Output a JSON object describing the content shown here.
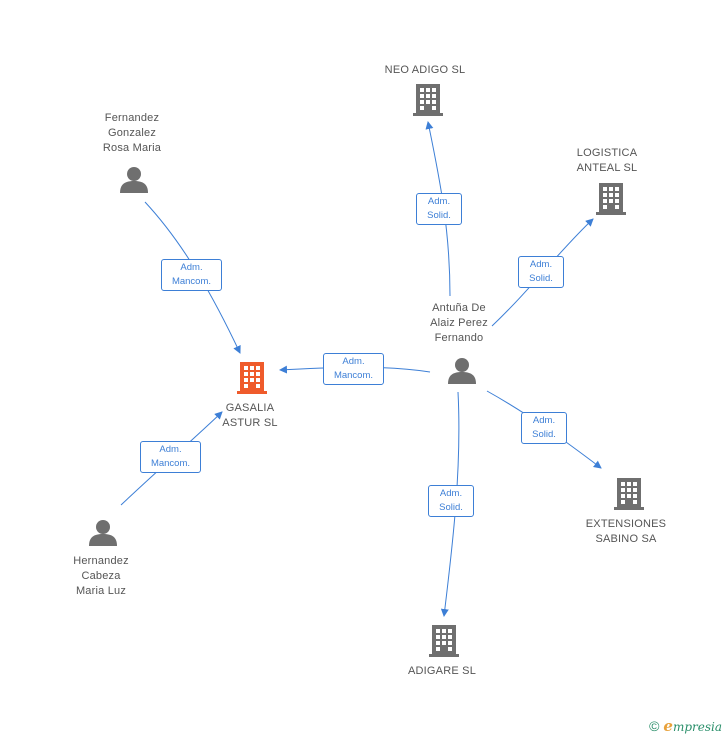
{
  "colors": {
    "edge": "#3d7fd6",
    "icon": "#6f6f6f",
    "focus_company": "#ef5b2b",
    "label_text": "#555555"
  },
  "nodes": {
    "neo_adigo": {
      "lines": [
        "NEO ADIGO  SL"
      ],
      "icon": "building-icon"
    },
    "logistica": {
      "lines": [
        "LOGISTICA",
        "ANTEAL SL"
      ],
      "icon": "building-icon"
    },
    "fernandez": {
      "lines": [
        "Fernandez",
        "Gonzalez",
        "Rosa Maria"
      ],
      "icon": "person-icon"
    },
    "antuna": {
      "lines": [
        "Antuña De",
        "Alaiz Perez",
        "Fernando"
      ],
      "icon": "person-icon"
    },
    "gasalia": {
      "lines": [
        "GASALIA",
        "ASTUR SL"
      ],
      "icon": "building-icon"
    },
    "extensiones": {
      "lines": [
        "EXTENSIONES",
        "SABINO SA"
      ],
      "icon": "building-icon"
    },
    "hernandez": {
      "lines": [
        "Hernandez",
        "Cabeza",
        "Maria Luz"
      ],
      "icon": "person-icon"
    },
    "adigare": {
      "lines": [
        "ADIGARE  SL"
      ],
      "icon": "building-icon"
    }
  },
  "edges": {
    "to_neo_adigo": [
      "Adm.",
      "Solid."
    ],
    "to_logistica": [
      "Adm.",
      "Solid."
    ],
    "fernandez_to_gasalia": [
      "Adm.",
      "Mancom."
    ],
    "antuna_to_gasalia": [
      "Adm.",
      "Mancom."
    ],
    "hernandez_to_gasalia": [
      "Adm.",
      "Mancom."
    ],
    "to_extensiones": [
      "Adm.",
      "Solid."
    ],
    "to_adigare": [
      "Adm.",
      "Solid."
    ]
  },
  "footer": {
    "copyright": "©",
    "brand_initial": "e",
    "brand_rest": "mpresia"
  }
}
